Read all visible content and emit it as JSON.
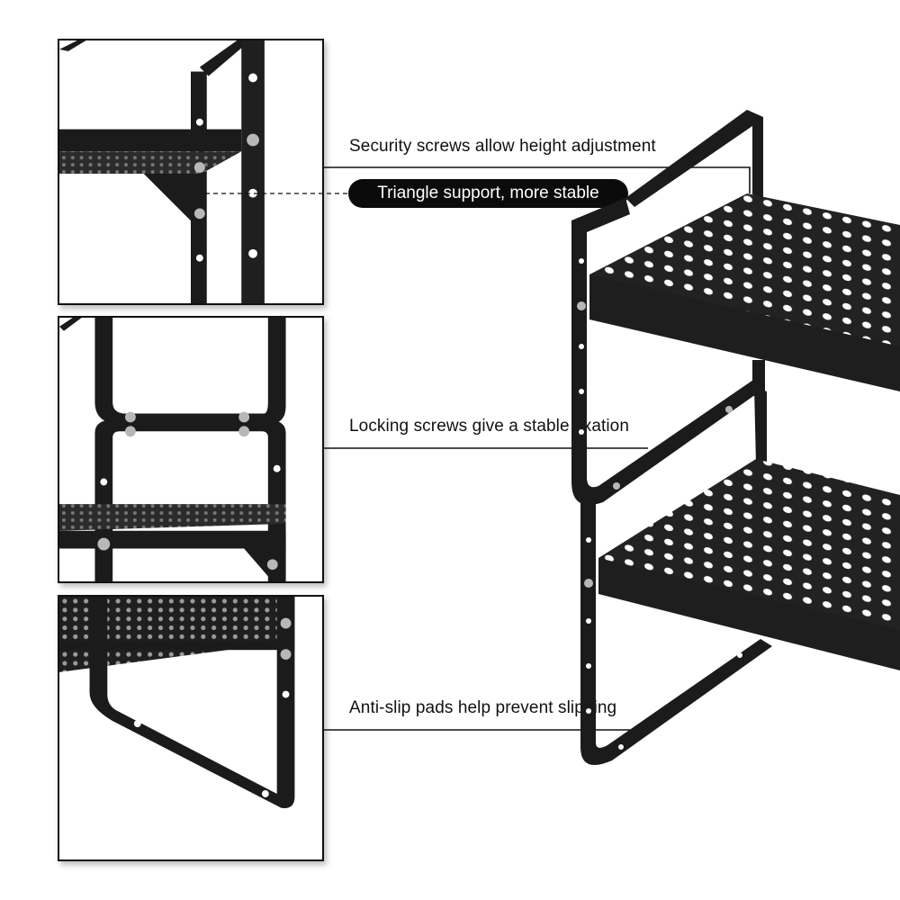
{
  "callouts": {
    "security": "Security screws allow height adjustment",
    "triangle": "Triangle support, more stable",
    "locking": "Locking screws give a stable fixation",
    "antislip": "Anti-slip pads help prevent slipping"
  },
  "colors": {
    "metal": "#1b1b1b",
    "shelf": "#2a2a2a",
    "screw": "#b8b8b8",
    "pill_bg": "#0b0b0b",
    "pill_text": "#ffffff"
  }
}
